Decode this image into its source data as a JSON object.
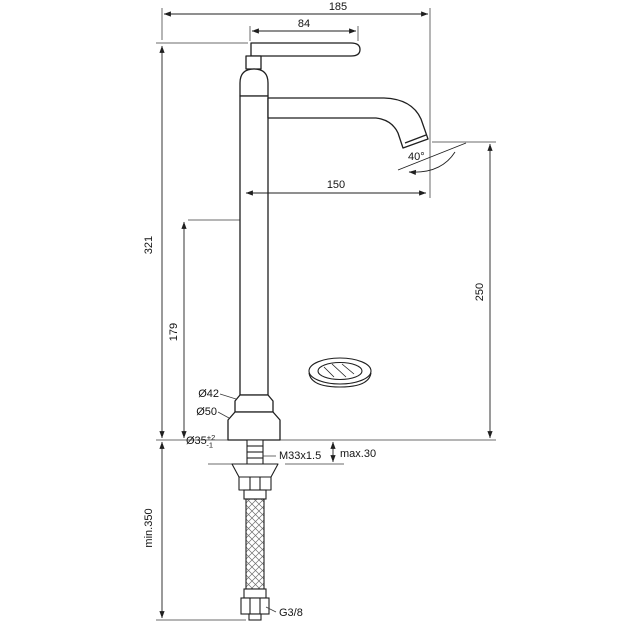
{
  "page": {
    "background": "#ffffff",
    "line_color": "#1f1f1f"
  },
  "drawing": {
    "dims": {
      "overall_width": "185",
      "lever_length": "84",
      "spout_reach": "150",
      "spout_angle": "40°",
      "total_height": "321",
      "column_height": "179",
      "outlet_height": "250",
      "body_diameter": "Ø42",
      "base_diameter": "Ø50",
      "hole_diameter": "Ø35",
      "hole_tol_plus": "+2",
      "hole_tol_minus": "-1",
      "shank_thread": "M33x1.5",
      "max_deck_thickness": "max.30",
      "min_hose_length": "min.350",
      "hose_thread": "G3/8"
    }
  }
}
